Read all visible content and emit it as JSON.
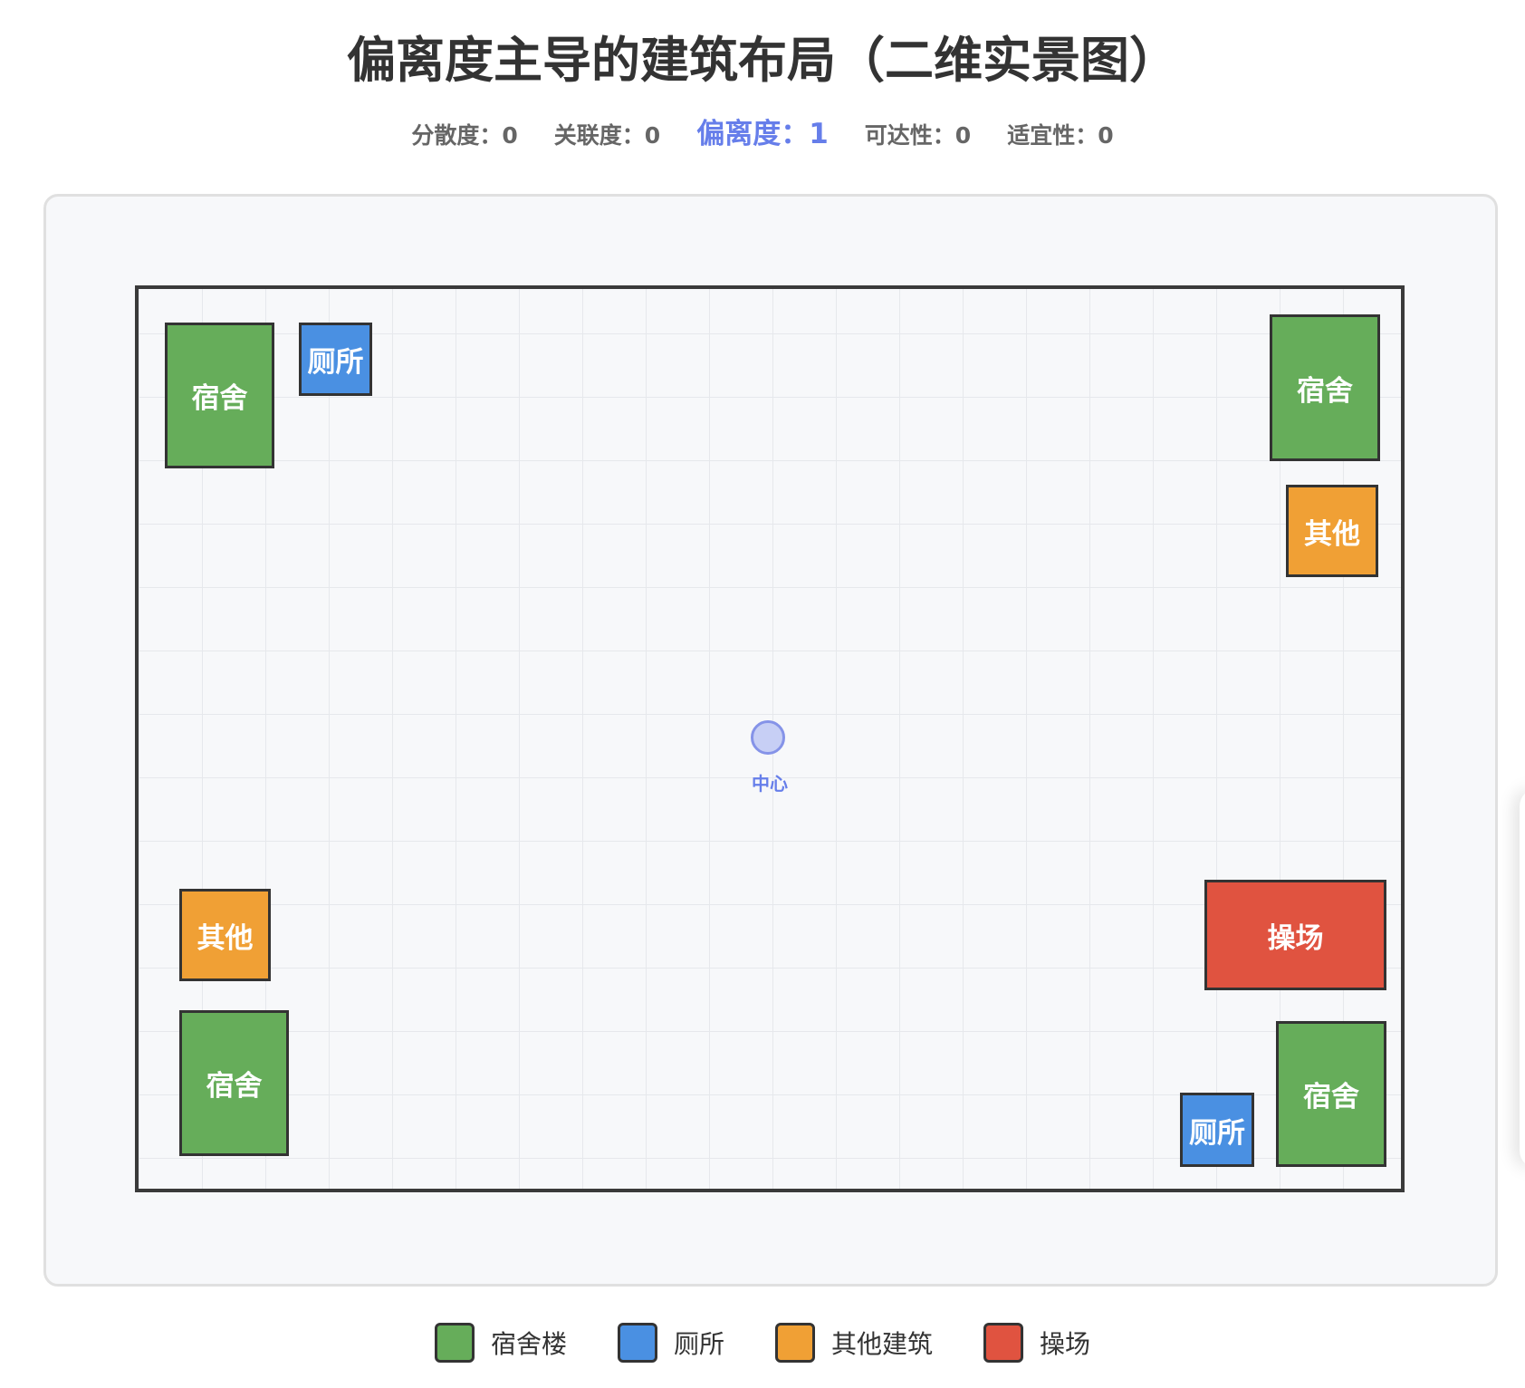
{
  "title": "偏离度主导的建筑布局（二维实景图）",
  "stats": [
    {
      "label": "分散度：0"
    },
    {
      "label": "关联度：0"
    },
    {
      "label": "偏离度：1",
      "active": true
    },
    {
      "label": "可达性：0"
    },
    {
      "label": "适宜性：0"
    }
  ],
  "map": {
    "buildings": [
      {
        "type": "dorm",
        "label": "宿舍"
      },
      {
        "type": "toilet",
        "label": "厕所"
      },
      {
        "type": "dorm",
        "label": "宿舍"
      },
      {
        "type": "other",
        "label": "其他"
      },
      {
        "type": "other",
        "label": "其他"
      },
      {
        "type": "dorm",
        "label": "宿舍"
      },
      {
        "type": "field",
        "label": "操场"
      },
      {
        "type": "dorm",
        "label": "宿舍"
      },
      {
        "type": "toilet",
        "label": "厕所"
      }
    ],
    "center_label": "中心"
  },
  "legend": [
    {
      "label": "宿舍楼",
      "color": "#66ad5a"
    },
    {
      "label": "厕所",
      "color": "#4a90e2"
    },
    {
      "label": "其他建筑",
      "color": "#f0a035"
    },
    {
      "label": "操场",
      "color": "#e05340"
    }
  ],
  "colors": {
    "accent": "#667eea",
    "dorm": "#66ad5a",
    "toilet": "#4a90e2",
    "other": "#f0a035",
    "field": "#e05340"
  }
}
